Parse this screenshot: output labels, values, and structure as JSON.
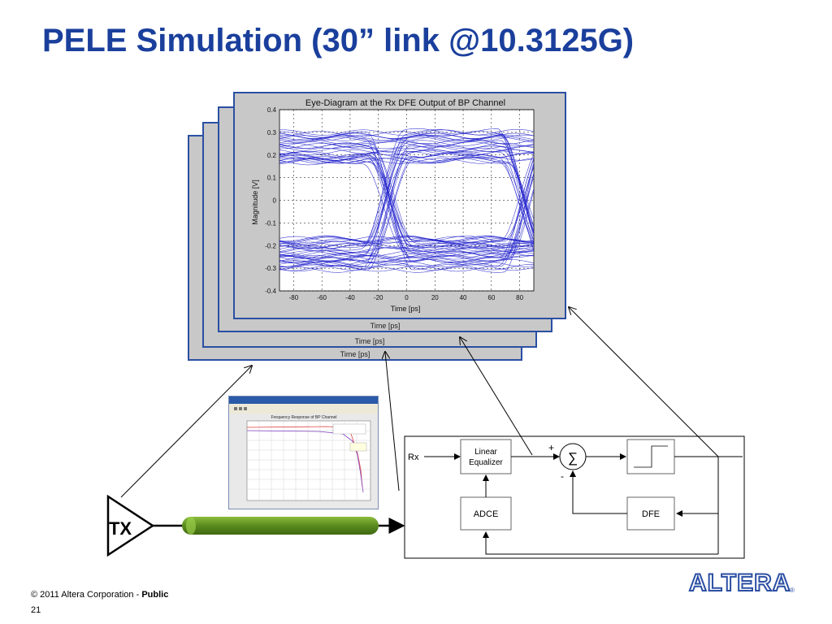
{
  "title": "PELE Simulation (30” link @10.3125G)",
  "eye_plot": {
    "title": "Eye-Diagram at the Rx DFE Output of BP Channel",
    "xlabel": "Time [ps]",
    "ylabel": "Magnitude [V]",
    "xticks": [
      "-80",
      "-60",
      "-40",
      "-20",
      "0",
      "20",
      "40",
      "60",
      "80"
    ],
    "yticks": [
      "0.4",
      "0.3",
      "0.2",
      "0.1",
      "0",
      "-0.1",
      "-0.2",
      "-0.3",
      "-0.4"
    ],
    "back_labels": [
      "Time [ps]",
      "Time [ps]",
      "Time [ps]"
    ],
    "trace_color": "#2222cc"
  },
  "freq_thumb": {
    "title": "Frequency Response of BP Channel"
  },
  "block_diagram": {
    "rx_label": "Rx",
    "linear_eq_line1": "Linear",
    "linear_eq_line2": "Equalizer",
    "adce_label": "ADCE",
    "dfe_label": "DFE",
    "sum_symbol": "∑",
    "plus": "+",
    "minus": "-"
  },
  "tx_label": "TX",
  "cable_color": "#5a8a1e",
  "footer": {
    "copyright": "© 2011 Altera Corporation - ",
    "classification": "Public",
    "page_number": "21"
  },
  "logo": {
    "text": "ALTERA",
    "registered": "®",
    "color": "#2b4fa3"
  }
}
